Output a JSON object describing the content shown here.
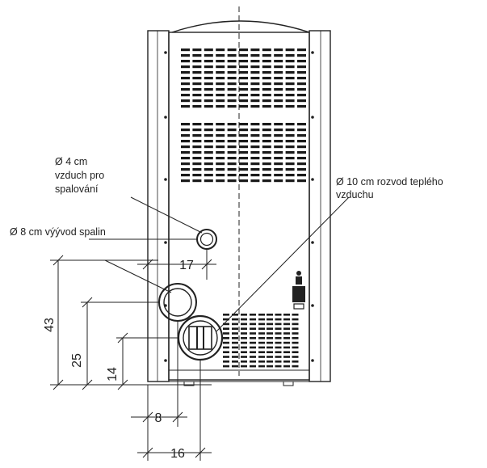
{
  "colors": {
    "line": "#222222",
    "background": "#ffffff",
    "vent": "#1a1a1a"
  },
  "labels": {
    "inlet_4": [
      "Ø 4 cm",
      "vzduch pro",
      "spalování"
    ],
    "outlet_10": [
      "Ø 10 cm rozvod teplého",
      "vzduchu"
    ],
    "exhaust_8": [
      "Ø 8 cm výývod spalin"
    ]
  },
  "dimensions": {
    "d43": "43",
    "d25": "25",
    "d14": "14",
    "d17": "17",
    "d8": "8",
    "d16": "16"
  }
}
